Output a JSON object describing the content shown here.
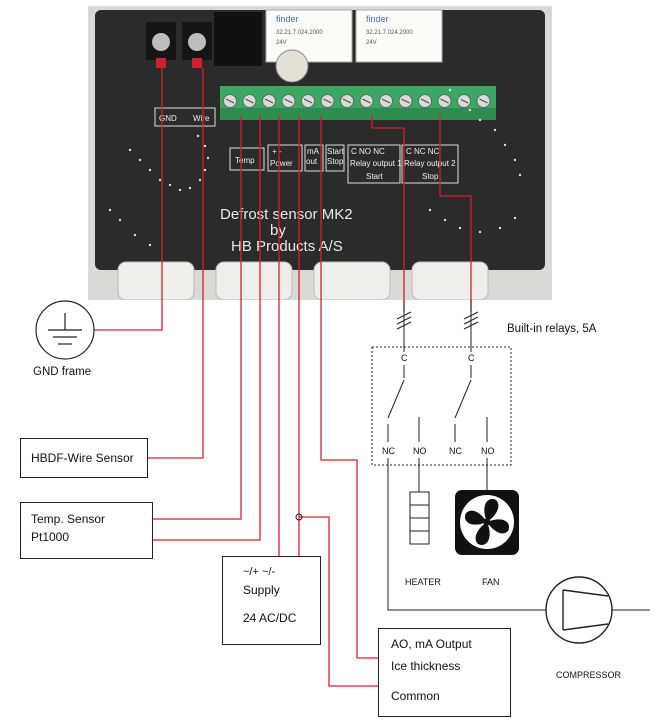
{
  "board": {
    "title_line1": "Defrost sensor MK2",
    "title_line2": "by",
    "title_line3": "HB Products A/S",
    "terminal_labels": {
      "gnd": "GND",
      "wire": "Wire",
      "temp": "Temp",
      "power_pm": "+   -",
      "power": "Power",
      "ma_out_1": "mA",
      "ma_out_2": "out",
      "start_stop_1": "Start",
      "start_stop_2": "Stop",
      "relay1_cnonc": "C    NO   NC",
      "relay1": "Relay output 1",
      "relay1_state": "Start",
      "relay2_cnonc": "C    NC   NC",
      "relay2": "Relay output 2",
      "relay2_state": "Stop"
    },
    "relay_brand": "finder",
    "relay_text_1": "32.21.7.024.2000",
    "relay_text_2": "24V"
  },
  "labels": {
    "gnd_frame": "GND frame",
    "builtin_relays": "Built-in relays, 5A",
    "relay_c": "C",
    "relay_nc": "NC",
    "relay_no": "NO",
    "heater": "HEATER",
    "fan": "FAN",
    "compressor": "COMPRESSOR"
  },
  "boxes": {
    "hbdf_wire": "HBDF-Wire Sensor",
    "temp_sensor_line1": "Temp. Sensor",
    "temp_sensor_line2": "Pt1000",
    "supply_pm": "~/+  ~/-",
    "supply": "Supply",
    "supply_voltage": "24 AC/DC",
    "ao_line1": "AO, mA Output",
    "ao_line2": "Ice thickness",
    "ao_line3": "Common"
  },
  "colors": {
    "wire_red": "#d4202a",
    "terminal_green": "#3ba862",
    "board_dark": "#2a2a2a"
  }
}
